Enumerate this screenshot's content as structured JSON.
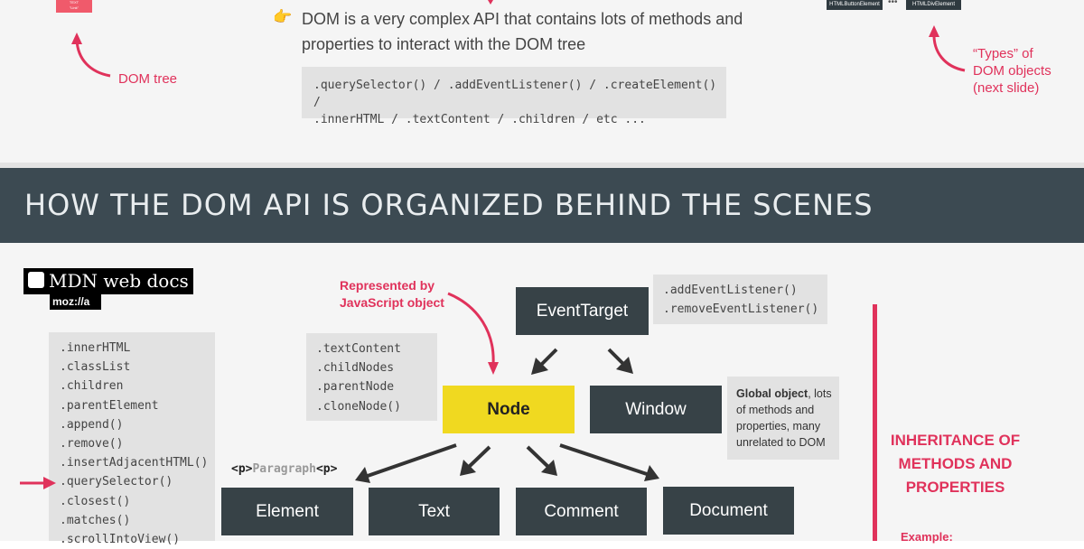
{
  "top": {
    "mini_tree": {
      "text_line1": "TEXT",
      "text_line2": "\"Link\""
    },
    "types_nodes": [
      "HTMLButtonElement",
      "•••",
      "HTMLDivElement"
    ],
    "dom_tree_label": "DOM tree",
    "bullet_text_line1": "DOM is a very complex API that contains lots of methods and",
    "bullet_text_line2": "properties to interact with the DOM tree",
    "methods_line1": ".querySelector() / .addEventListener() / .createElement() /",
    "methods_line2": ".innerHTML / .textContent / .children / etc ...",
    "types_label_line1": "“Types” of",
    "types_label_line2": "DOM objects",
    "types_label_line3": "(next slide)"
  },
  "banner": {
    "title": "HOW THE DOM API IS ORGANIZED BEHIND THE SCENES"
  },
  "mdn": {
    "logo_text": "MDN web docs",
    "sub": "moz://a"
  },
  "element_methods": [
    ".innerHTML",
    ".classList",
    ".children",
    ".parentElement",
    ".append()",
    ".remove()",
    ".insertAdjacentHTML()",
    ".querySelector()",
    ".closest()",
    ".matches()",
    ".scrollIntoView()"
  ],
  "node_methods": [
    ".textContent",
    ".childNodes",
    ".parentNode",
    ".cloneNode()"
  ],
  "event_methods": [
    ".addEventListener()",
    ".removeEventListener()"
  ],
  "represented_line1": "Represented by",
  "represented_line2": "JavaScript object",
  "boxes": {
    "event_target": "EventTarget",
    "node": "Node",
    "window": "Window",
    "element": "Element",
    "text": "Text",
    "comment": "Comment",
    "document": "Document"
  },
  "window_note": {
    "bold": "Global object",
    "rest_line1": ", lots",
    "line2": "of methods and",
    "line3": "properties, many",
    "line4": "unrelated to DOM"
  },
  "paragraph": {
    "open": "<p>",
    "text": "Paragraph",
    "close": "<p>"
  },
  "inheritance": {
    "line1": "INHERITANCE OF",
    "line2": "METHODS AND",
    "line3": "PROPERTIES",
    "example": "Example:"
  },
  "colors": {
    "accent": "#e0325b",
    "dark_box": "#374247",
    "node_yellow": "#f0d920",
    "banner": "#3c4a52"
  }
}
